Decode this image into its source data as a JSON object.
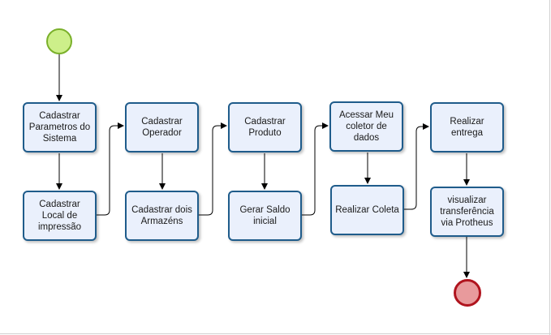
{
  "colors": {
    "node_fill": "#eaf0fc",
    "node_border": "#1f5c8b",
    "start_fill": "#cdef8a",
    "start_border": "#7ab02a",
    "end_fill": "#e89a9c",
    "end_border": "#b0141e",
    "connector": "#000000"
  },
  "nodes": {
    "cadastrar_parametros": "Cadastrar\nParametros do\nSistema",
    "cadastrar_local_impressao": "Cadastrar\nLocal de\nimpressão",
    "cadastrar_operador": "Cadastrar\nOperador",
    "cadastrar_armazens": "Cadastrar dois\nArmazéns",
    "cadastrar_produto": "Cadastrar\nProduto",
    "gerar_saldo_inicial": "Gerar Saldo\ninicial",
    "acessar_coletor": "Acessar Meu\ncoletor de\ndados",
    "realizar_coleta": "Realizar Coleta",
    "realizar_entrega": "Realizar\nentrega",
    "visualizar_transferencia": "visualizar\ntransferência\nvia Protheus"
  }
}
